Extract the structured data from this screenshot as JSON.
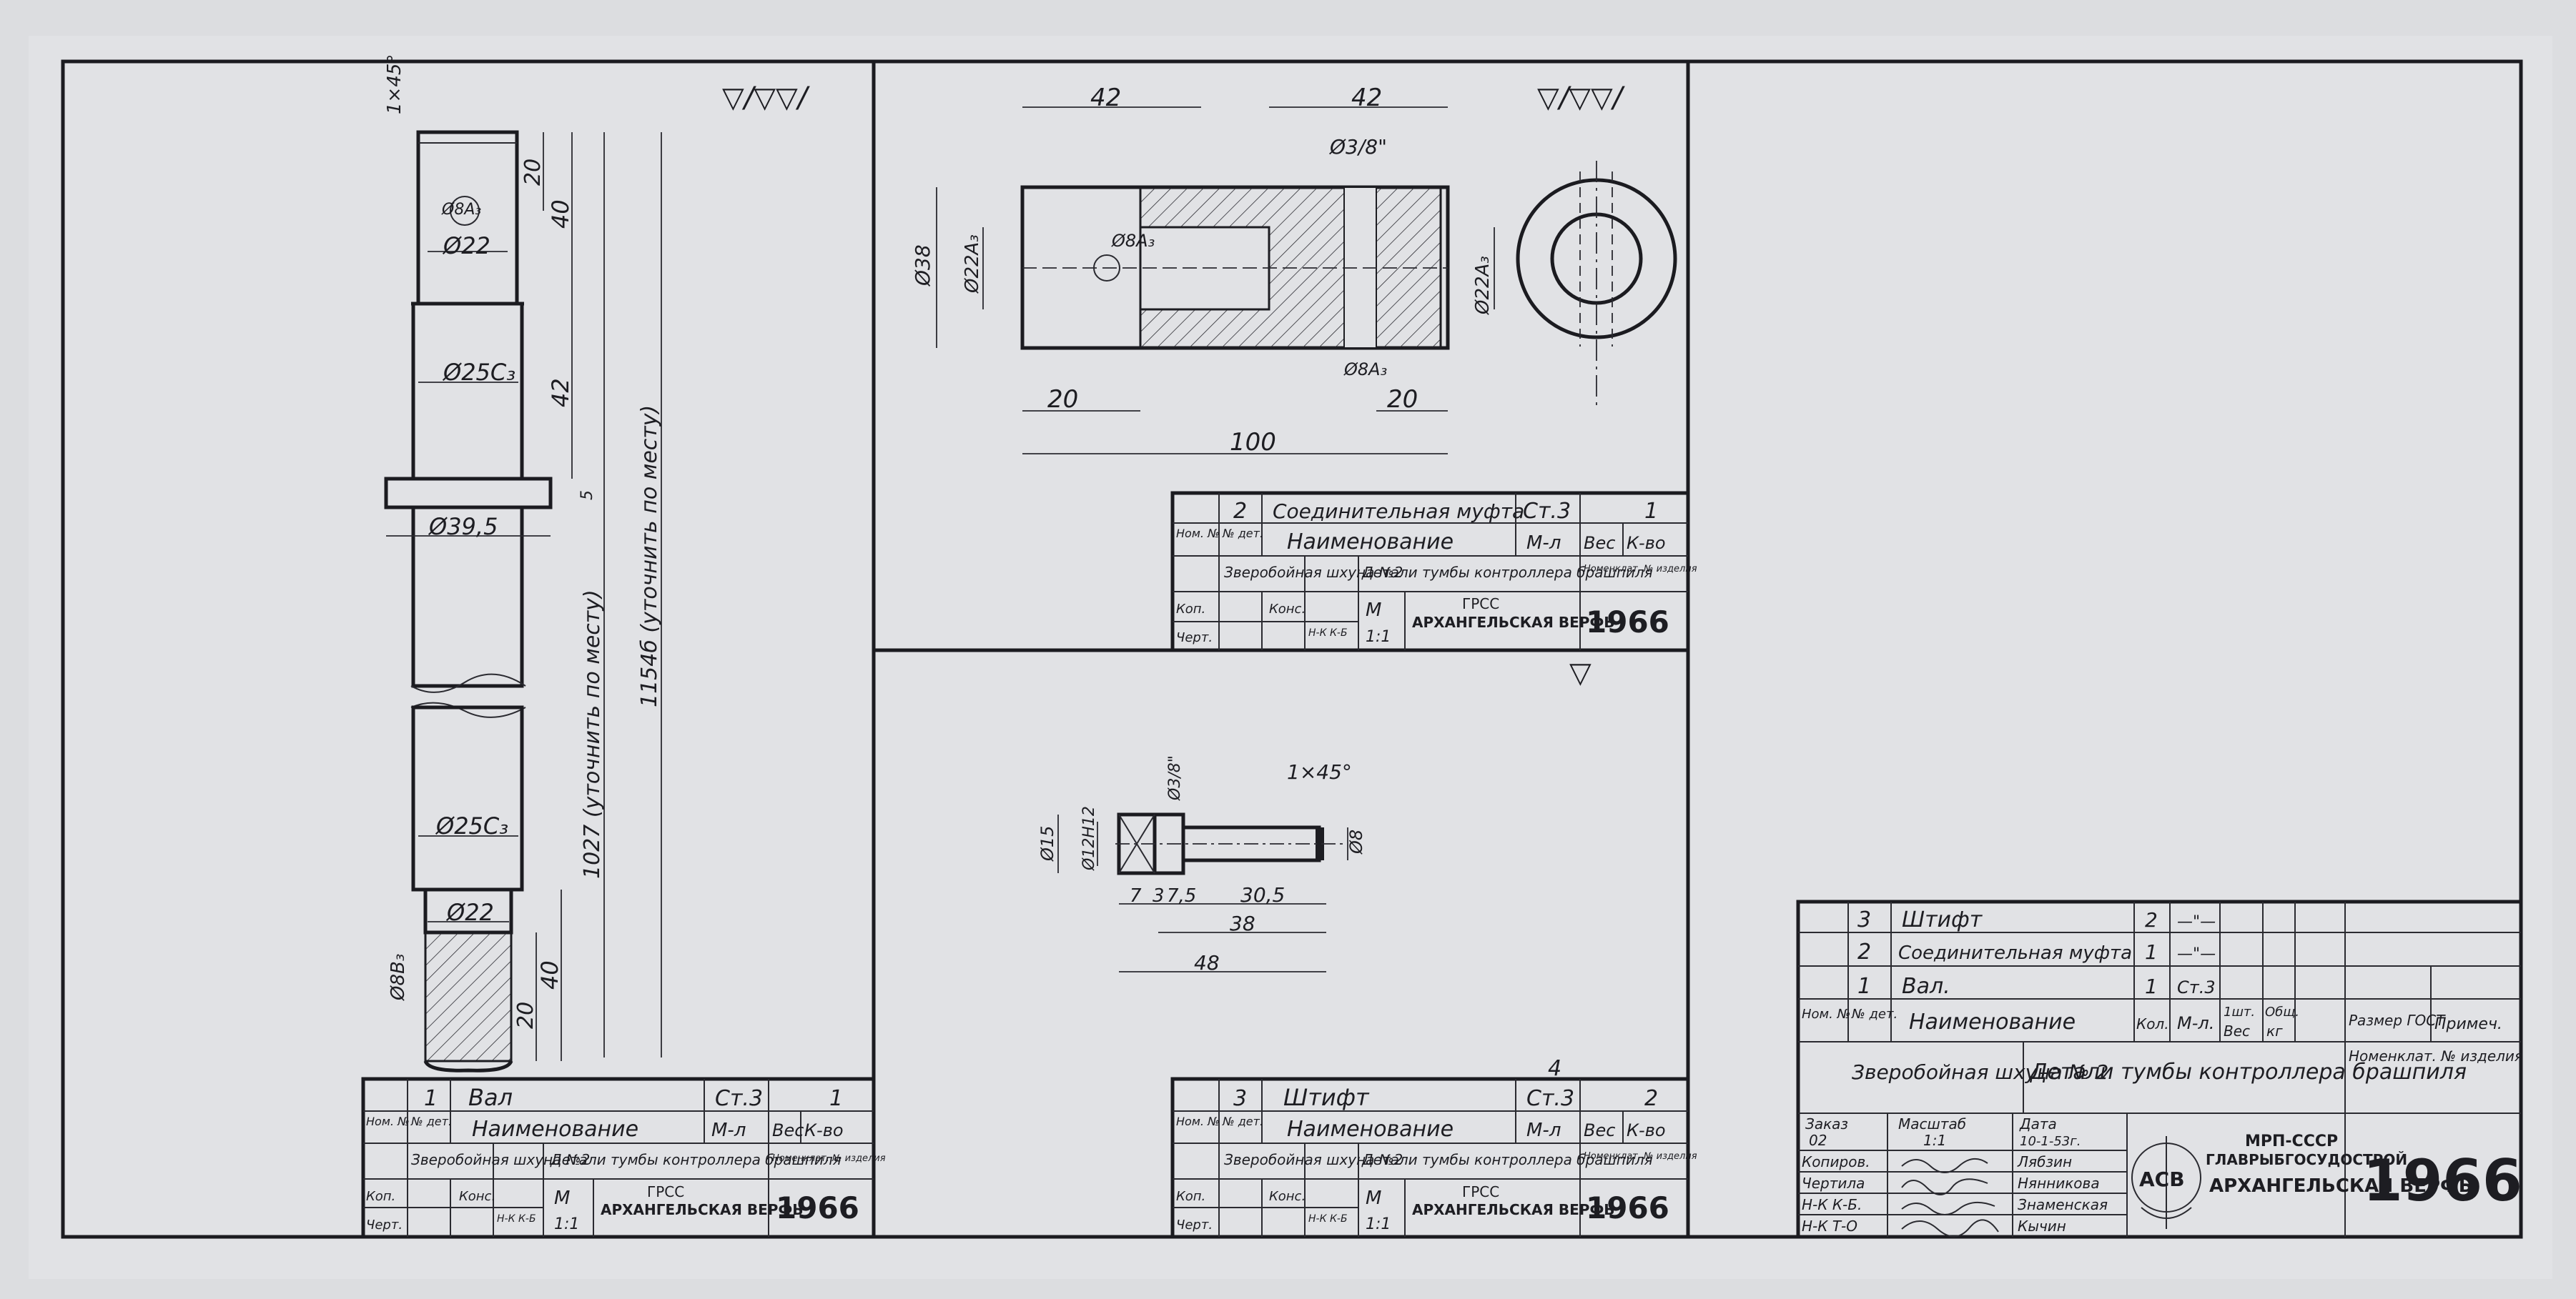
{
  "sheet": {
    "stamp_number": "1966"
  },
  "common": {
    "ship": "Зверобойная шхуна №2",
    "assembly": "Детали тумбы контроллера брашпиля",
    "org_short": "ГРСС",
    "org": "АРХАНГЕЛЬСКАЯ ВЕРФЬ",
    "scale_label": "М",
    "scale": "1:1"
  },
  "small_titles": {
    "h_no": "Ном. №",
    "h_det": "№ дет.",
    "h_name": "Наименование",
    "h_mat": "М-л",
    "h_wt": "Вес",
    "h_k": "К-во",
    "h_nomen": "Номенклат. № изделия",
    "kop": "Коп.",
    "chert": "Черт.",
    "kons": "Конс.",
    "nk": "Н-К К-Б"
  },
  "part_shaft": {
    "number": "1",
    "name": "Вал",
    "material": "Ст.3",
    "qty": "1",
    "finish": "▽/▽▽/",
    "dims": {
      "chamfer": "1×45°",
      "d_hole": "Ø8А₃",
      "d_top": "Ø22",
      "d_mid": "Ø25С₃",
      "d_flange": "Ø39,5",
      "d_bot": "Ø25С₃",
      "d_bot2": "Ø22",
      "d_key": "Ø8В₃",
      "l20a": "20",
      "l40a": "40",
      "l42": "42",
      "l5": "5",
      "l1027": "1027 (уточнить по месту)",
      "l1154": "1154б (уточнить по месту)",
      "l40b": "40",
      "l20b": "20"
    }
  },
  "part_coupling": {
    "number": "2",
    "name": "Соединительная муфта",
    "material": "Ст.3",
    "qty": "1",
    "finish": "▽/▽▽/",
    "dims": {
      "top_left": "42",
      "top_right": "42",
      "hole_d": "Ø3/8\"",
      "d38": "Ø38",
      "d22a": "Ø22А₃",
      "d8": "Ø8А₃",
      "d22b": "Ø22А₃",
      "bot_left": "20",
      "bot_right": "20",
      "d8b": "Ø8А₃",
      "total": "100"
    }
  },
  "part_pin": {
    "number": "3",
    "name": "Штифт",
    "material": "Ст.3",
    "qty": "2",
    "finish": "▽",
    "dims": {
      "chamfer": "1×45°",
      "thread": "Ø3/8\"",
      "d15": "Ø15",
      "d12": "Ø12Н12",
      "d8": "Ø8",
      "l7": "7",
      "l3": "3",
      "l75": "7,5",
      "l305": "30,5",
      "l38": "38",
      "l48": "48"
    }
  },
  "main_title": {
    "rows": [
      {
        "no": "3",
        "name": "Штифт",
        "qty": "2",
        "mat": "—\"—"
      },
      {
        "no": "2",
        "name": "Соединительная муфта",
        "qty": "1",
        "mat": "—\"—"
      },
      {
        "no": "1",
        "name": "Вал.",
        "qty": "1",
        "mat": "Ст.3"
      }
    ],
    "h_nom": "Ном. №",
    "h_det": "№ дет.",
    "h_name": "Наименование",
    "h_qty": "Кол.",
    "h_mat": "М-л.",
    "h_unit": "1шт.",
    "h_total": "Общ.",
    "h_wt": "Вес",
    "h_kg": "кг",
    "h_size": "Размер ГОСТ",
    "h_note": "Примеч.",
    "ship": "Зверобойная шхуна № 2",
    "assembly": "Детали тумбы контроллера брашпиля",
    "nomen": "Номенклат. № изделия",
    "order_label": "Заказ",
    "order": "02",
    "scale_label": "Масштаб",
    "scale": "1:1",
    "date_label": "Дата",
    "date": "10-1-53г.",
    "staff": [
      {
        "role": "Копиров.",
        "name": "Лябзин"
      },
      {
        "role": "Чертила",
        "name": "Нянникова"
      },
      {
        "role": "Н-К К-Б.",
        "name": "Знаменская"
      },
      {
        "role": "Н-К Т-О",
        "name": "Кычин"
      }
    ],
    "ministry": "МРП-СССР",
    "glavk": "ГЛАВРЫБГОСУДОСТРОЙ",
    "org": "АРХАНГЕЛЬСКАЯ ВЕРФЬ",
    "logo_text": "АСВ",
    "number": "1966"
  },
  "misc": {
    "pencil": "4"
  }
}
